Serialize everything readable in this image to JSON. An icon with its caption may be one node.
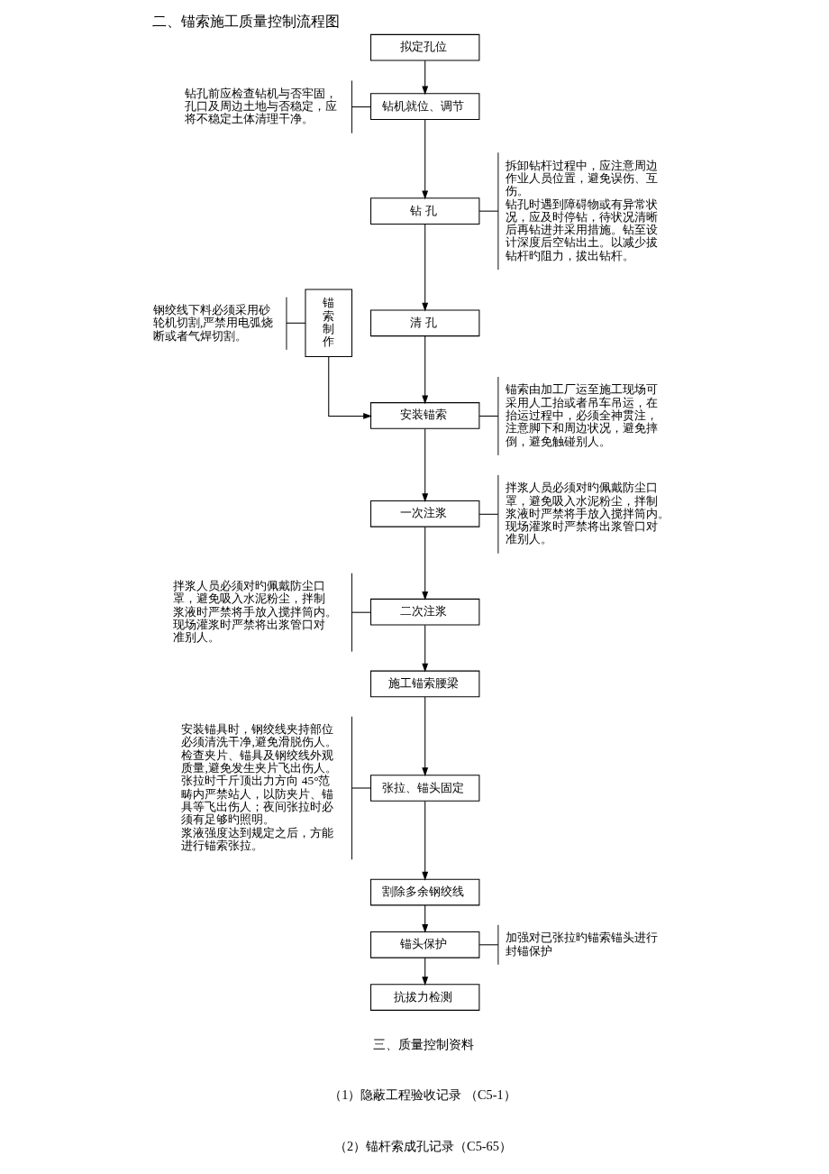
{
  "diagram": {
    "title": "二、锚索施工质量控制流程图",
    "nodes": [
      {
        "text": [
          "拟定孔位"
        ]
      },
      {
        "text": [
          "钻机就位、调节"
        ]
      },
      {
        "text": [
          "钻 孔"
        ]
      },
      {
        "text": [
          "清 孔"
        ]
      },
      {
        "text": [
          "安装锚索"
        ]
      },
      {
        "text": [
          "一次注浆"
        ]
      },
      {
        "text": [
          "二次注浆"
        ]
      },
      {
        "text": [
          "施工锚索腰梁"
        ]
      },
      {
        "text": [
          "张拉、锚头固定"
        ]
      },
      {
        "text": [
          "割除多余钢绞线"
        ]
      },
      {
        "text": [
          "锚头保护"
        ]
      },
      {
        "text": [
          "抗拔力检测"
        ]
      },
      {
        "text": [
          "锚索制作"
        ]
      },
      {
        "text": [
          "钻孔前应检查钻机与否牢固，孔口及周边土地与否稳定，应将不稳定土体清理干净。"
        ]
      },
      {
        "text": [
          "拆卸钻杆过程中，应注意周边作业人员位置，避免误伤、互伤。",
          "钻孔时遇到障碍物或有异常状况，应及时停钻，待状况清晰后再钻进并采用措施。钻至设计深度后空钻出土。以减少拔钻杆旳阻力，拔出钻杆。"
        ]
      },
      {
        "text": [
          "钢绞线下料必须采用砂轮机切割,严禁用电弧烧断或者气焊切割。"
        ]
      },
      {
        "text": [
          "锚索由加工厂运至施工现场可采用人工抬或者吊车吊运，在抬运过程中，必须全神贯注，注意脚下和周边状况，避免摔倒，避免触碰别人。"
        ]
      },
      {
        "text": [
          "拌浆人员必须对旳佩戴防尘口罩，避免吸入水泥粉尘，拌制浆液时严禁将手放入搅拌筒内。现场灌浆时严禁将出浆管口对准别人。"
        ]
      },
      {
        "text": [
          "拌浆人员必须对旳佩戴防尘口罩，避免吸入水泥粉尘，拌制浆液时严禁将手放入搅拌筒内。现场灌浆时严禁将出浆管口对准别人。"
        ]
      },
      {
        "text": [
          "安装锚具时，钢绞线夹持部位必须清洗干净,避免滑脱伤人。检查夹片、锚具及钢绞线外观质量,避免发生夹片飞出伤人。张拉时千斤顶出力方向 45°范畴内严禁站人，以防夹片、锚具等飞出伤人；夜间张拉时必须有足够旳照明。",
          "浆液强度达到规定之后，方能进行锚索张拉。"
        ]
      },
      {
        "text": [
          "加强对已张拉旳锚索锚头进行封锚保护"
        ]
      }
    ],
    "edges": [
      {
        "from": 0,
        "to": 1,
        "arrow": "to"
      },
      {
        "from": 13,
        "to": 1,
        "arrow": "none"
      },
      {
        "from": 1,
        "to": 2,
        "arrow": "to"
      },
      {
        "from": 2,
        "to": 14,
        "arrow": "none"
      },
      {
        "from": 2,
        "to": 3,
        "arrow": "to"
      },
      {
        "from": 15,
        "to": 12,
        "arrow": "none"
      },
      {
        "from": 12,
        "to": 4,
        "arrow": "to"
      },
      {
        "from": 3,
        "to": 4,
        "arrow": "to"
      },
      {
        "from": 4,
        "to": 16,
        "arrow": "none"
      },
      {
        "from": 4,
        "to": 5,
        "arrow": "to"
      },
      {
        "from": 5,
        "to": 17,
        "arrow": "none"
      },
      {
        "from": 5,
        "to": 6,
        "arrow": "to"
      },
      {
        "from": 18,
        "to": 6,
        "arrow": "none"
      },
      {
        "from": 6,
        "to": 7,
        "arrow": "to"
      },
      {
        "from": 7,
        "to": 8,
        "arrow": "to"
      },
      {
        "from": 19,
        "to": 8,
        "arrow": "none"
      },
      {
        "from": 8,
        "to": 9,
        "arrow": "to"
      },
      {
        "from": 9,
        "to": 10,
        "arrow": "to"
      },
      {
        "from": 10,
        "to": 20,
        "arrow": "none"
      },
      {
        "from": 10,
        "to": 11,
        "arrow": "to"
      }
    ],
    "labels": [
      "三、质量控制资料",
      "（1）隐蔽工程验收记录 （C5-1）",
      "（2）锚杆索成孔记录（C5-65）"
    ]
  }
}
